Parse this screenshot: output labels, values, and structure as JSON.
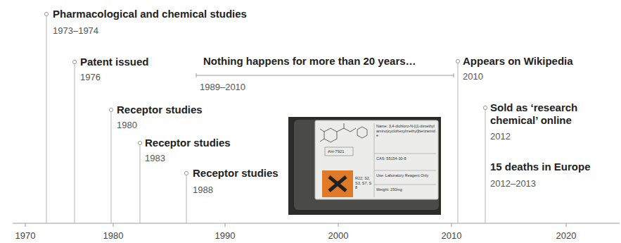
{
  "diagram": {
    "labels": [
      "Pharmacological and chemical studies",
      "1973–1974",
      "Patent issued",
      "1976",
      "Receptor studies",
      "1980",
      "Receptor studies",
      "1983",
      "Receptor studies",
      "1988",
      "Nothing happens for more than 20 years…",
      "1989–2010",
      "Appears on Wikipedia",
      "2010",
      "Sold as ‘research chemical’ online",
      "2012",
      "15 deaths in Europe",
      "2012–2013",
      "Name: 3,4-dichloro-N-[(1-dimethylamino)cyclohexylmethyl]benzamide",
      "CAS: 55154-30-8",
      "AH-7921",
      "R22; S2, S3, S7, S8",
      "Use: Laboratory Reagent Only",
      "Weight: 250mg",
      "1970",
      "1980",
      "1990",
      "2000",
      "2010",
      "2020"
    ]
  }
}
